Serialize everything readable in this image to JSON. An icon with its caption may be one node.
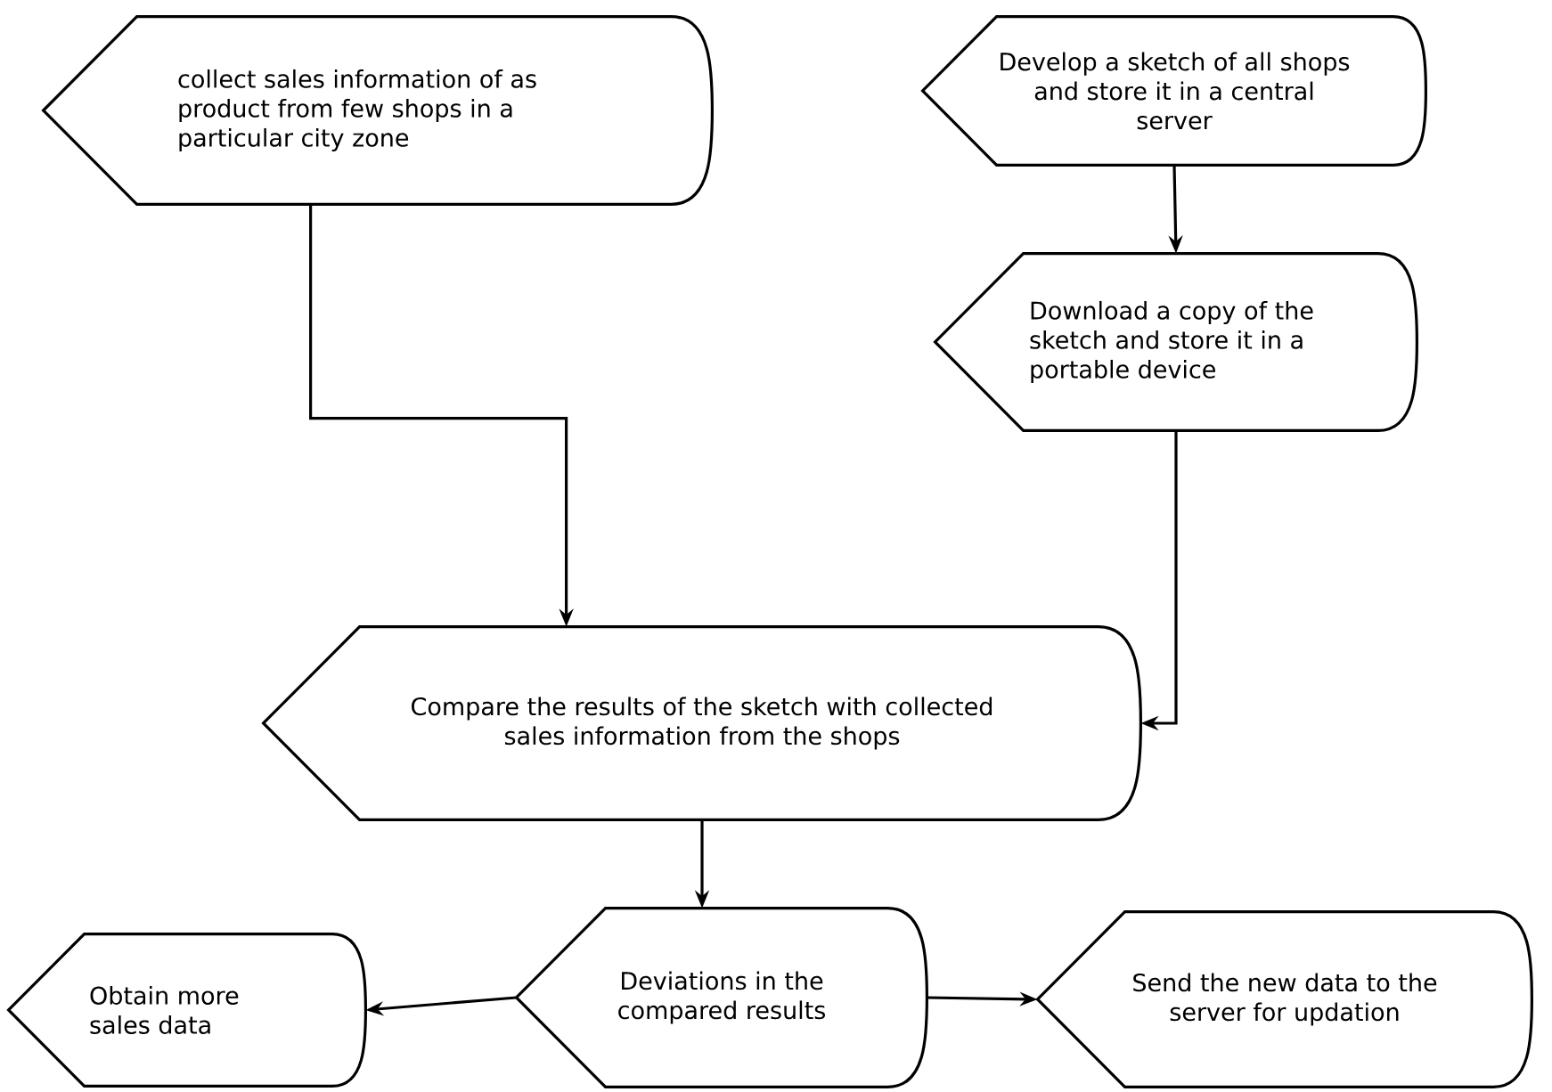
{
  "diagram": {
    "nodes": [
      {
        "text": [
          "collect sales information of as product from few shops in a particular city zone"
        ]
      },
      {
        "text": [
          "Develop a sketch of all shops and store it in a central server"
        ]
      },
      {
        "text": [
          "Download a copy of the sketch and store it in a portable device"
        ]
      },
      {
        "text": [
          "Compare the results of the sketch with collected sales information from the shops"
        ]
      },
      {
        "text": [
          "Obtain more sales data"
        ]
      },
      {
        "text": [
          "Deviations in the compared results"
        ]
      },
      {
        "text": [
          "Send the new data to the server for updation"
        ]
      }
    ],
    "edges": [
      {
        "from": 0,
        "to": 3,
        "arrow": "to"
      },
      {
        "from": 1,
        "to": 2,
        "arrow": "to"
      },
      {
        "from": 2,
        "to": 3,
        "arrow": "to"
      },
      {
        "from": 3,
        "to": 5,
        "arrow": "to"
      },
      {
        "from": 5,
        "to": 4,
        "arrow": "to"
      },
      {
        "from": 5,
        "to": 6,
        "arrow": "to"
      }
    ]
  }
}
